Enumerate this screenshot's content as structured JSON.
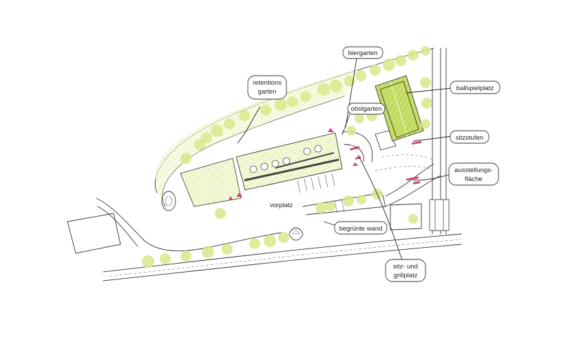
{
  "colors": {
    "tree": "#d7e98a",
    "lawn": "#eef5c6",
    "field": "#c8df6a",
    "accent": "#c2185b",
    "ink": "#333333"
  },
  "labels": {
    "retention": [
      "retentions",
      "garten"
    ],
    "biergarten": "biergarten",
    "obstgarten": "obstgarten",
    "ballspielplatz": "ballspielplatz",
    "sitzstufen": "sitzstufen",
    "ausstellung": [
      "ausstellungs-",
      "fläche"
    ],
    "vorplatz": "vorplatz",
    "begruente_wand": "begrünte wand",
    "sitz_grill": [
      "sitz- und",
      "grillplatz"
    ]
  }
}
